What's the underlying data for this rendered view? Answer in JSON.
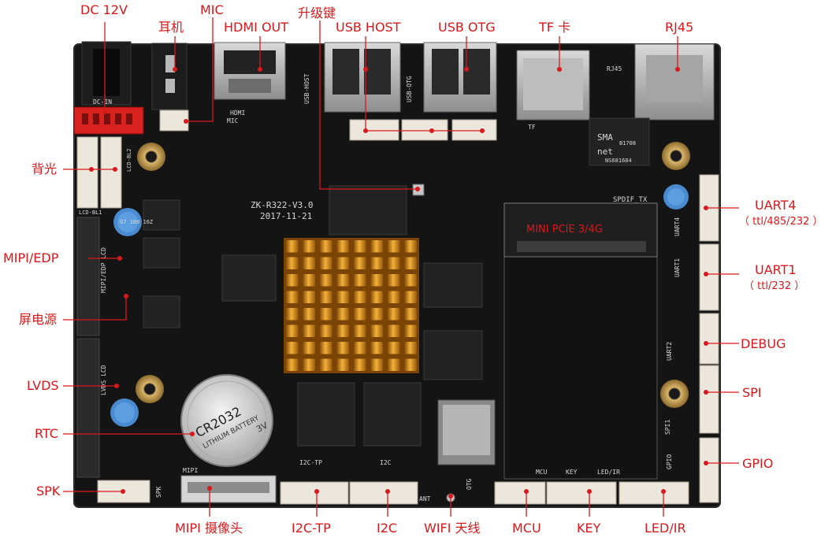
{
  "labels": {
    "dc12v": "DC 12V",
    "earphone": "耳机",
    "mic": "MIC",
    "hdmi_out": "HDMI OUT",
    "upgrade_key": "升级键",
    "usb_host": "USB HOST",
    "usb_otg": "USB OTG",
    "tf_card": "TF 卡",
    "rj45": "RJ45",
    "backlight": "背光",
    "mipi_edp": "MIPI/EDP",
    "screen_power": "屏电源",
    "lvds": "LVDS",
    "rtc": "RTC",
    "spk": "SPK",
    "mipi_camera": "MIPI 摄像头",
    "i2c_tp": "I2C-TP",
    "i2c": "I2C",
    "wifi_antenna": "WIFI 天线",
    "mcu": "MCU",
    "key": "KEY",
    "led_ir": "LED/IR",
    "uart4": "UART4",
    "uart4_sub": "（ ttl/485/232 ）",
    "uart1": "UART1",
    "uart1_sub": "（ ttl/232 ）",
    "debug": "DEBUG",
    "spi": "SPI",
    "gpio": "GPIO",
    "mini_pcie": "MINI PCIE 3/4G"
  },
  "silkscreen": {
    "model": "ZK-R322-V3.0",
    "date": "2017-11-21",
    "battery_model": "CR2032",
    "battery_line1": "LITHIUM BATTERY",
    "battery_volt": "3V",
    "dc_in": "DC-IN",
    "hdmi": "HDMI",
    "mic": "MIC",
    "usb_host": "USB-HOST",
    "usb_otg": "USB-OTG",
    "rj45": "RJ45",
    "tf": "TF",
    "spdif": "SPDIF_TX",
    "uart4": "UART4",
    "uart1": "UART1",
    "uart2": "UART2",
    "spi1": "SPI1",
    "gpio": "GPIO",
    "lcd_bl1": "LCD-BL1",
    "lcd_bl2": "LCD-BL2",
    "mipi_lcd": "MIPI/EDP LCD",
    "lvds_lcd": "LVDS LCD",
    "i2c_tp": "I2C-TP",
    "i2c": "I2C",
    "ant": "ANT",
    "otg": "OTG",
    "mcu": "MCU",
    "key": "KEY",
    "led_ir": "LED/IR",
    "mipi": "MIPI",
    "spk": "SPK",
    "lan_chip1": "SMA",
    "lan_chip2": "net",
    "lan_chip3": "B1708",
    "lan_chip4": "NS681684",
    "cap_text": "G7 100 16Z"
  },
  "colors": {
    "label_red": "#d9181b",
    "board": "#141414",
    "heatsink": "#e09a1e",
    "connector_white": "#ece7dc",
    "connector_red": "#d8221f"
  }
}
